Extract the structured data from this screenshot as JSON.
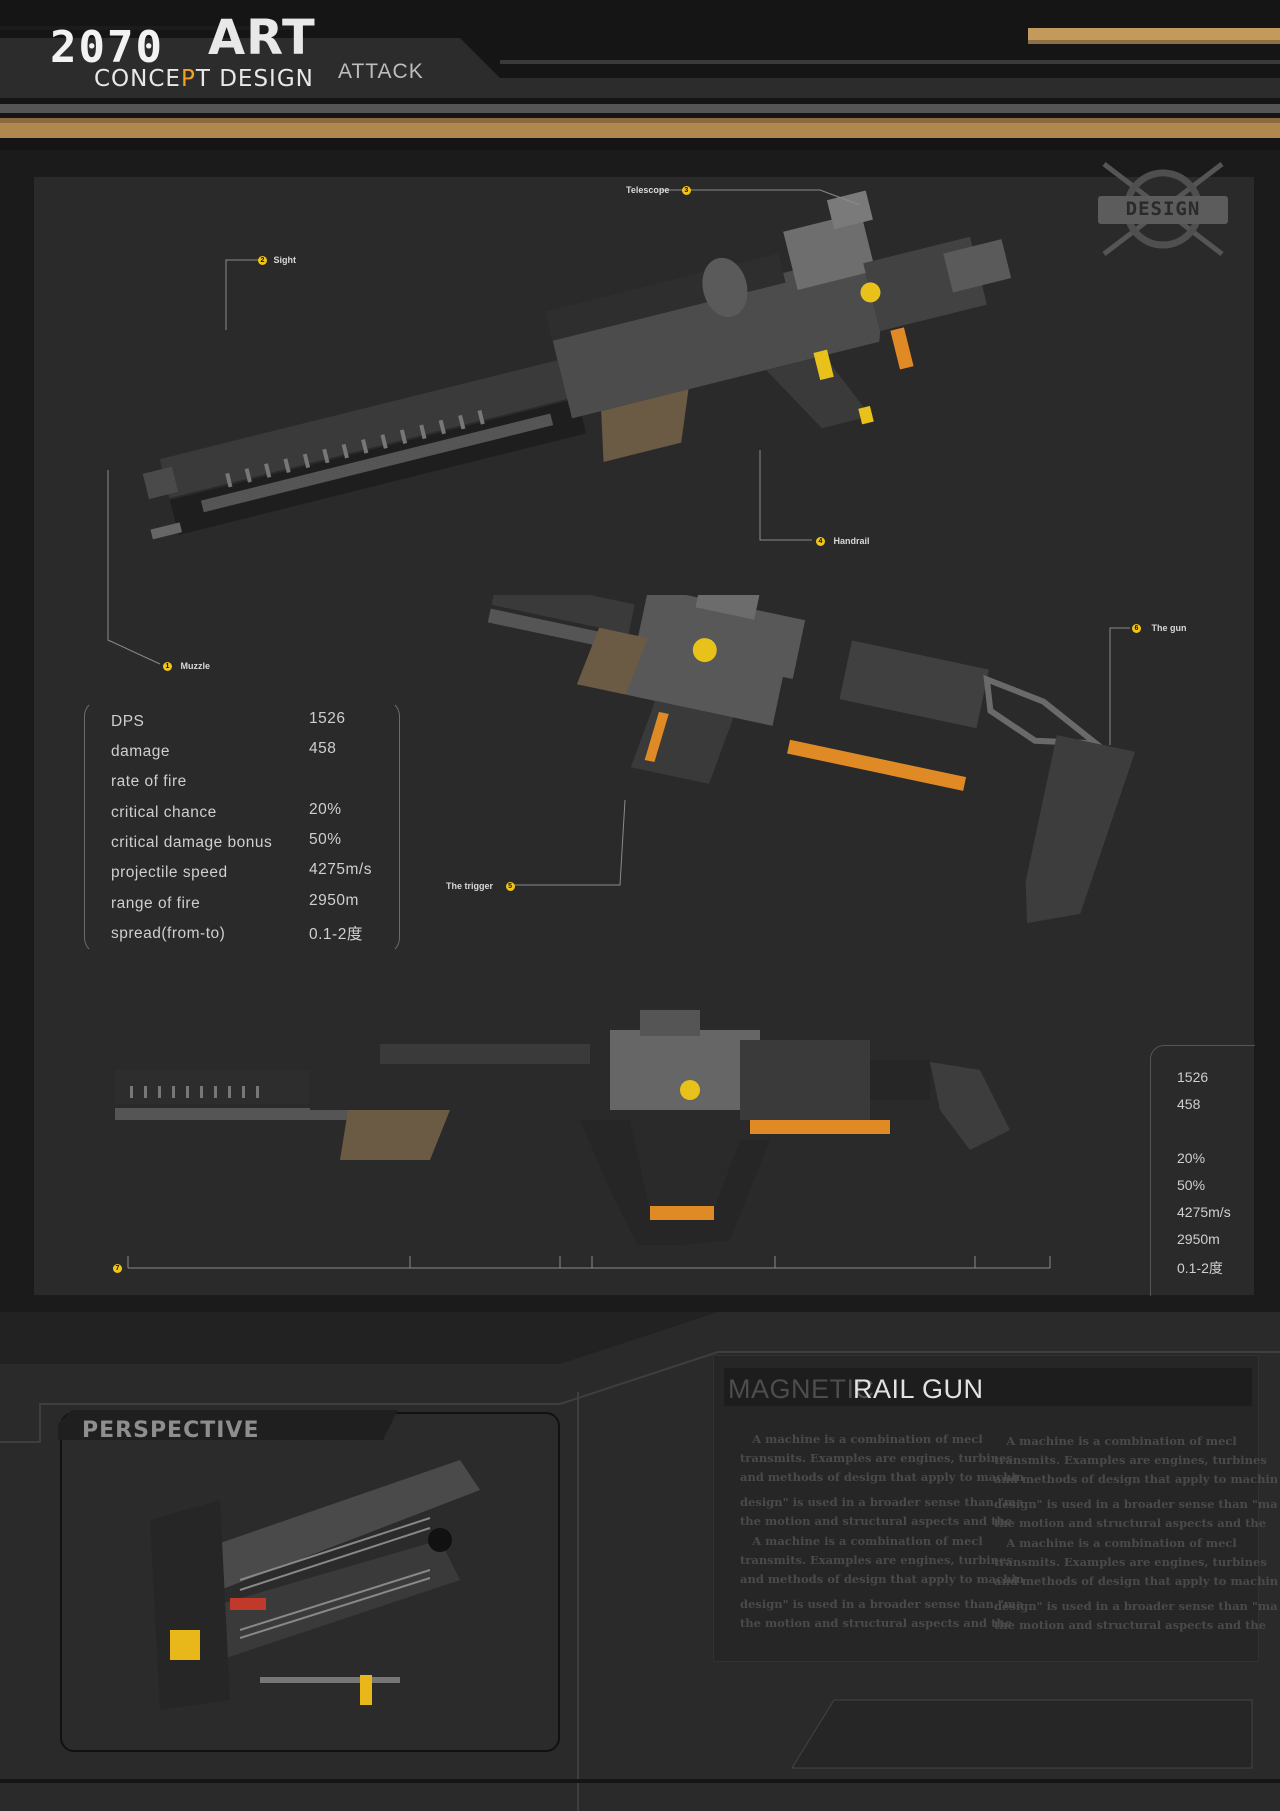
{
  "header": {
    "logo_number": "2070",
    "logo_art": "ART",
    "logo_concept_a": "CONCE",
    "logo_concept_b": "P",
    "logo_concept_c": "T DESIGN",
    "section": "ATTACK"
  },
  "badge": {
    "text": "DESIGN"
  },
  "callouts": [
    {
      "num": "1",
      "label": "Muzzle"
    },
    {
      "num": "2",
      "label": "Sight"
    },
    {
      "num": "3",
      "label": "Telescope"
    },
    {
      "num": "4",
      "label": "Handrail"
    },
    {
      "num": "5",
      "label": "The trigger"
    },
    {
      "num": "6",
      "label": "The gun"
    },
    {
      "num": "7",
      "label": ""
    }
  ],
  "stats": [
    {
      "label": "DPS",
      "value": "1526"
    },
    {
      "label": "damage",
      "value": "458"
    },
    {
      "label": "rate  of  fire",
      "value": ""
    },
    {
      "label": "critical  chance",
      "value": "20%"
    },
    {
      "label": "critical  damage  bonus",
      "value": "50%"
    },
    {
      "label": "projectile  speed",
      "value": "4275m/s"
    },
    {
      "label": "range  of  fire",
      "value": "2950m"
    },
    {
      "label": "spread(from-to)",
      "value": "0.1-2度"
    }
  ],
  "right_stats": [
    "1526",
    "458",
    "",
    "20%",
    "50%",
    "4275m/s",
    "2950m",
    "0.1-2度"
  ],
  "perspective": {
    "label": "PERSPECTIVE"
  },
  "info": {
    "title_a": "MAGNETIC",
    "title_b": "RAIL GUN",
    "col1": [
      "A machine is a combination of mecl",
      "transmits. Examples are engines, turbines",
      "and methods of design that apply to machin",
      "design\" is used in a broader sense than \"ma",
      "the motion and structural aspects and the",
      "A machine is a combination of mecl",
      "transmits. Examples are engines, turbines",
      "and methods of design that apply to machin",
      "design\" is used in a broader sense than \"ma",
      "the motion and structural aspects and the"
    ],
    "col2": [
      "A machine is a combination of mecl",
      "transmits. Examples are engines, turbines",
      "and methods of design that apply to machin",
      "design\" is used in a broader sense than \"ma",
      "the motion and structural aspects and the",
      "A machine is a combination of mecl",
      "transmits. Examples are engines, turbines",
      "and methods of design that apply to machin",
      "design\" is used in a broader sense than \"ma",
      "the motion and structural aspects and the"
    ]
  },
  "colors": {
    "accent_orange": "#f2a31b",
    "callout_yellow": "#f0c419",
    "panel": "#2a2a2a"
  }
}
